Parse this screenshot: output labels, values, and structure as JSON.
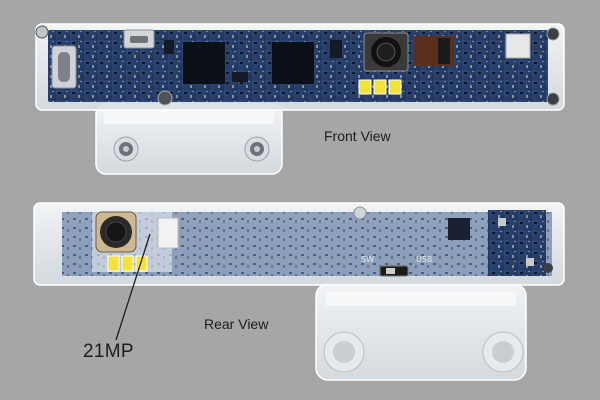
{
  "labels": {
    "front": "Front View",
    "rear": "Rear View",
    "callout": "21MP",
    "switch": "SW",
    "usb": "USB"
  },
  "colors": {
    "background": "#a6a6a6",
    "pcb": "#28406a",
    "acrylic": "#eef2f5",
    "led": "#f2e23a"
  }
}
